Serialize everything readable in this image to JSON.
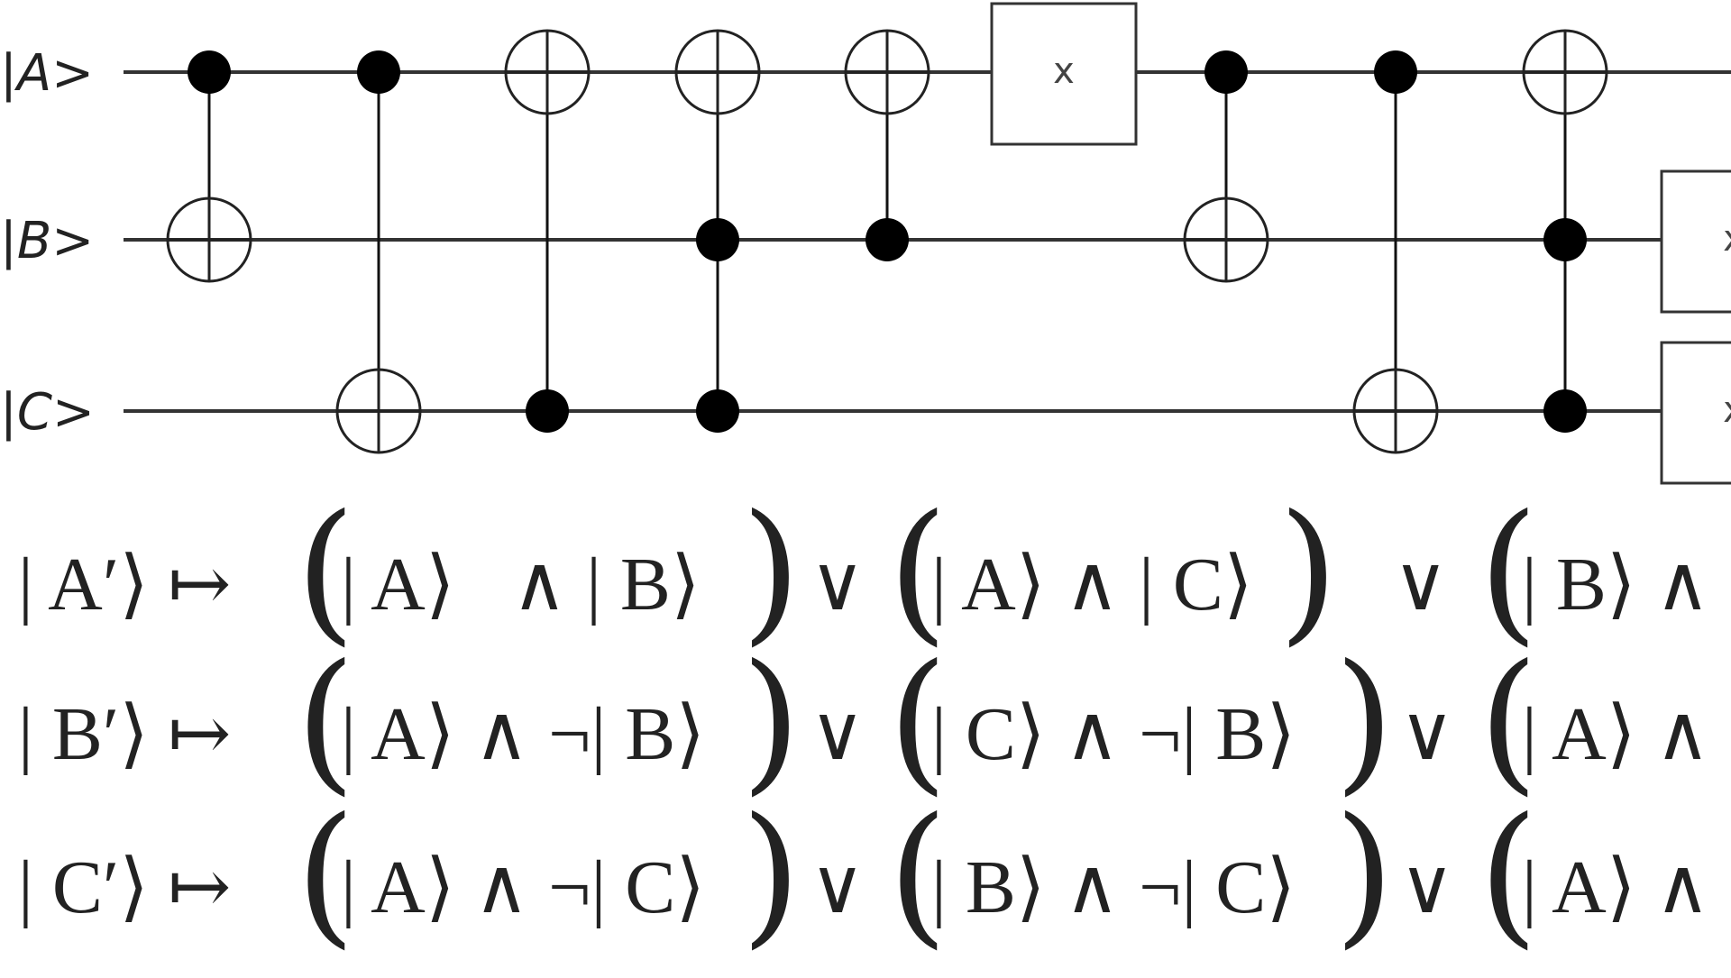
{
  "circuit": {
    "qubits": [
      {
        "id": "A",
        "label": "|A>"
      },
      {
        "id": "B",
        "label": "|B>"
      },
      {
        "id": "C",
        "label": "|C>"
      }
    ],
    "gates": [
      {
        "type": "cnot",
        "controls": [
          "A"
        ],
        "target": "B"
      },
      {
        "type": "cnot",
        "controls": [
          "A"
        ],
        "target": "C"
      },
      {
        "type": "cnot",
        "controls": [
          "C"
        ],
        "target": "A"
      },
      {
        "type": "toffoli",
        "controls": [
          "B",
          "C"
        ],
        "target": "A"
      },
      {
        "type": "cnot",
        "controls": [
          "B"
        ],
        "target": "A"
      },
      {
        "type": "box",
        "qubit": "A",
        "label": "x"
      },
      {
        "type": "cnot",
        "controls": [
          "A"
        ],
        "target": "B"
      },
      {
        "type": "cnot",
        "controls": [
          "A"
        ],
        "target": "C"
      },
      {
        "type": "toffoli",
        "controls": [
          "B",
          "C"
        ],
        "target": "A"
      },
      {
        "type": "box",
        "qubit": "B",
        "label": "x"
      },
      {
        "type": "box",
        "qubit": "C",
        "label": "x"
      }
    ]
  },
  "equations": [
    {
      "lhs": "| A′⟩ ↦",
      "terms": [
        "| A⟩   ∧ | B⟩",
        "| A⟩ ∧ | C⟩",
        "| B⟩ ∧"
      ],
      "or_symbol": "∨"
    },
    {
      "lhs": "| B′⟩ ↦",
      "terms": [
        "| A⟩ ∧ ¬| B⟩",
        "| C⟩ ∧ ¬| B⟩",
        "| A⟩ ∧"
      ],
      "or_symbol": "∨"
    },
    {
      "lhs": "| C′⟩ ↦",
      "terms": [
        "| A⟩ ∧ ¬| C⟩",
        "| B⟩ ∧ ¬| C⟩",
        "| A⟩ ∧"
      ],
      "or_symbol": "∨"
    }
  ]
}
